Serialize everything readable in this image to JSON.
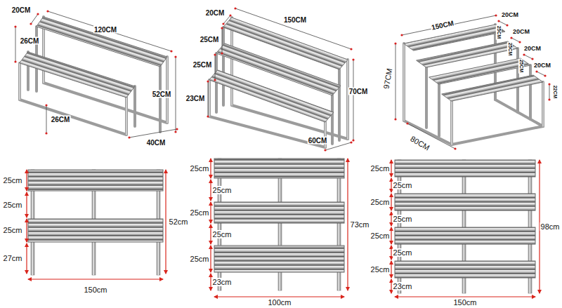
{
  "diagram": {
    "labels": [
      "20CM",
      "120CM",
      "26CM",
      "52CM",
      "26CM",
      "40CM",
      "20CM",
      "150CM",
      "25CM",
      "25CM",
      "70CM",
      "23CM",
      "60CM",
      "150CM",
      "20CM",
      "25CM",
      "20CM",
      "25CM",
      "20CM",
      "25CM",
      "20CM",
      "22CM",
      "97CM",
      "80CM",
      "25cm",
      "25cm",
      "25cm",
      "27cm",
      "52cm",
      "150cm",
      "25cm",
      "25cm",
      "25cm",
      "25cm",
      "25cm",
      "23cm",
      "73cm",
      "100cm",
      "25cm",
      "25cm",
      "25cm",
      "25cm",
      "25cm",
      "25cm",
      "25cm",
      "23cm",
      "98cm",
      "150cm"
    ]
  }
}
